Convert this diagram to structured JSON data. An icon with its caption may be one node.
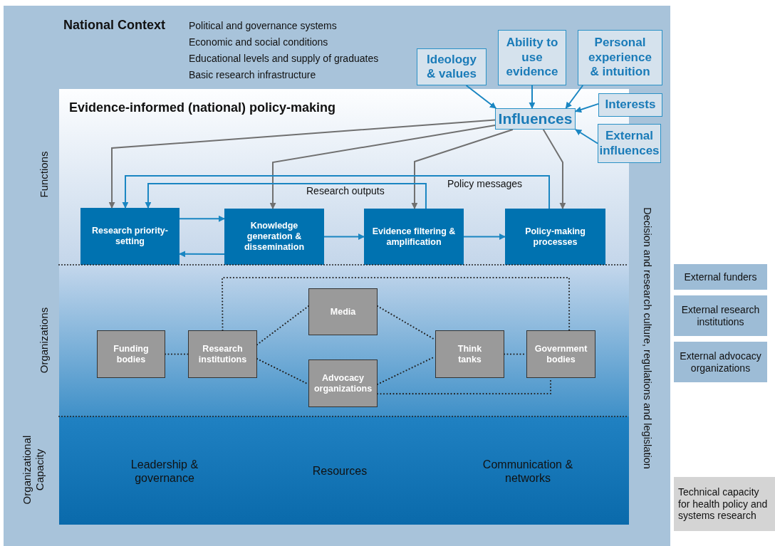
{
  "diagram": {
    "nodes": [
      {
        "text": [
          "National Context",
          "Political and governance systems",
          "Economic and social conditions",
          "Educational levels and supply of graduates",
          "Basic research infrastructure"
        ]
      },
      {
        "text": [
          "Evidence-informed (national) policy-making"
        ],
        "in": 0
      },
      {
        "text": [
          "Ideology & values"
        ],
        "in": 0
      },
      {
        "text": [
          "Ability to use evidence"
        ],
        "in": 0
      },
      {
        "text": [
          "Personal experience & intuition"
        ],
        "in": 0
      },
      {
        "text": [
          "Influences"
        ],
        "in": 1
      },
      {
        "text": [
          "Interests"
        ],
        "in": 0
      },
      {
        "text": [
          "External influences"
        ],
        "in": 0
      },
      {
        "text": [
          "Research priority-setting"
        ],
        "in": 1
      },
      {
        "text": [
          "Knowledge generation & dissemination"
        ],
        "in": 1
      },
      {
        "text": [
          "Evidence filtering & amplification"
        ],
        "in": 1
      },
      {
        "text": [
          "Policy-making processes"
        ],
        "in": 1
      },
      {
        "text": [
          "Funding bodies"
        ],
        "in": 1
      },
      {
        "text": [
          "Research institutions"
        ],
        "in": 1
      },
      {
        "text": [
          "Media"
        ],
        "in": 1
      },
      {
        "text": [
          "Advocacy organizations"
        ],
        "in": 1
      },
      {
        "text": [
          "Think tanks"
        ],
        "in": 1
      },
      {
        "text": [
          "Government bodies"
        ],
        "in": 1
      },
      {
        "text": [
          "External funders"
        ]
      },
      {
        "text": [
          "External research institutions"
        ]
      },
      {
        "text": [
          "External advocacy organizations"
        ]
      },
      {
        "text": [
          "Technical capacity for health policy and systems research"
        ]
      }
    ],
    "edges": [
      {
        "from": 2,
        "to": 5,
        "arrow": "to"
      },
      {
        "from": 3,
        "to": 5,
        "arrow": "to"
      },
      {
        "from": 4,
        "to": 5,
        "arrow": "to"
      },
      {
        "from": 6,
        "to": 5,
        "arrow": "to"
      },
      {
        "from": 7,
        "to": 5,
        "arrow": "to"
      },
      {
        "from": 5,
        "to": 8,
        "arrow": "to",
        "color": "#707070"
      },
      {
        "from": 5,
        "to": 9,
        "arrow": "to",
        "color": "#707070"
      },
      {
        "from": 5,
        "to": 10,
        "arrow": "to",
        "color": "#707070"
      },
      {
        "from": 5,
        "to": 11,
        "arrow": "to",
        "color": "#707070"
      },
      {
        "from": 10,
        "to": 8,
        "arrow": "to",
        "label": "Research outputs"
      },
      {
        "from": 11,
        "to": 8,
        "arrow": "to",
        "label": "Policy messages"
      },
      {
        "from": 8,
        "to": 9,
        "arrow": "to"
      },
      {
        "from": 9,
        "to": 8,
        "arrow": "to"
      },
      {
        "from": 9,
        "to": 10,
        "arrow": "to"
      },
      {
        "from": 10,
        "to": 11,
        "arrow": "to"
      },
      {
        "from": 12,
        "to": 13,
        "arrow": "none",
        "style": "dashed",
        "color": "#222222"
      },
      {
        "from": 13,
        "to": 14,
        "arrow": "none",
        "style": "dashed",
        "color": "#222222"
      },
      {
        "from": 13,
        "to": 15,
        "arrow": "none",
        "style": "dashed",
        "color": "#222222"
      },
      {
        "from": 14,
        "to": 16,
        "arrow": "none",
        "style": "dashed",
        "color": "#222222"
      },
      {
        "from": 15,
        "to": 16,
        "arrow": "none",
        "style": "dashed",
        "color": "#222222"
      },
      {
        "from": 16,
        "to": 17,
        "arrow": "none",
        "style": "dashed",
        "color": "#222222"
      },
      {
        "from": 13,
        "to": 17,
        "arrow": "none",
        "style": "dashed",
        "color": "#222222"
      },
      {
        "from": 15,
        "to": 17,
        "arrow": "none",
        "style": "dashed",
        "color": "#222222"
      }
    ],
    "labels": [
      "Functions",
      "Organizations",
      "Organizational Capacity",
      "Decision and research culture, regulations and legislation",
      "Leadership & governance",
      "Resources",
      "Communication & networks"
    ]
  }
}
